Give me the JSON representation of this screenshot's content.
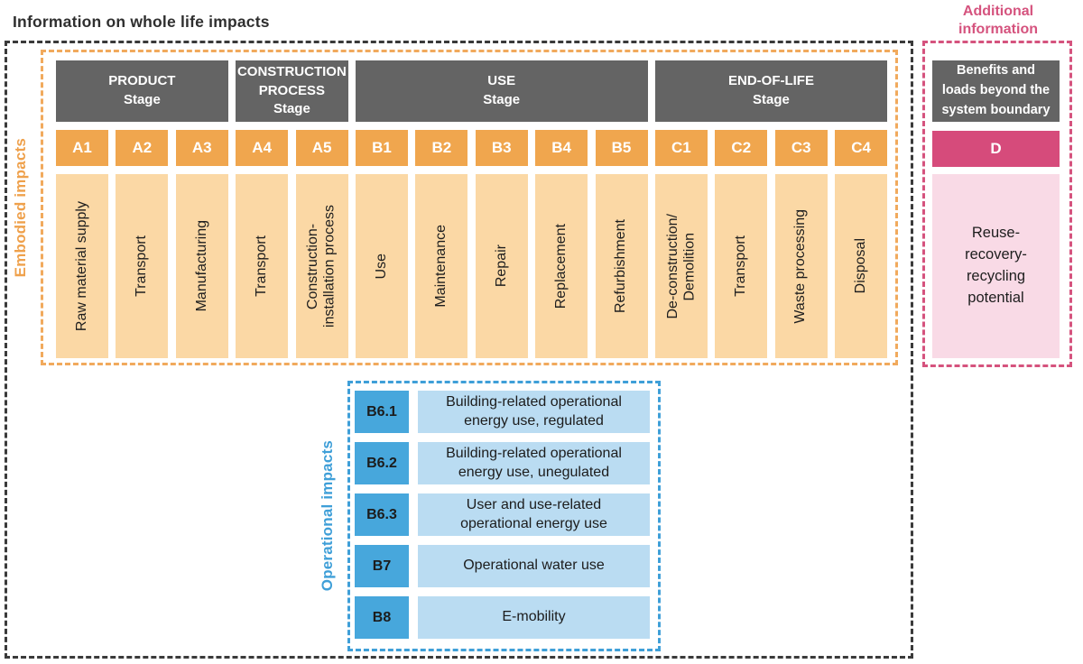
{
  "title": "Information on whole life impacts",
  "colors": {
    "embodied_accent": "#f0a64e",
    "embodied_light": "#fbd8a5",
    "stage_header_gray": "#646464",
    "operational_accent": "#47a7dc",
    "operational_light": "#badcf2",
    "operational_border": "#3f9fd8",
    "additional_accent": "#d64b7b",
    "additional_light": "#f9dae6",
    "additional_border": "#d5537e",
    "boundary_dash": "#3a3a3a"
  },
  "embodied": {
    "side_label": "Embodied impacts",
    "stages": [
      {
        "name": [
          "PRODUCT",
          "Stage"
        ]
      },
      {
        "name": [
          "CONSTRUCTION",
          "PROCESS",
          "Stage"
        ]
      },
      {
        "name": [
          "USE",
          "Stage"
        ]
      },
      {
        "name": [
          "END-OF-LIFE",
          "Stage"
        ]
      }
    ],
    "modules": [
      {
        "code": "A1",
        "label": "Raw material supply"
      },
      {
        "code": "A2",
        "label": "Transport"
      },
      {
        "code": "A3",
        "label": "Manufacturing"
      },
      {
        "code": "A4",
        "label": "Transport"
      },
      {
        "code": "A5",
        "label": [
          "Construction-",
          "installation process"
        ]
      },
      {
        "code": "B1",
        "label": "Use"
      },
      {
        "code": "B2",
        "label": "Maintenance"
      },
      {
        "code": "B3",
        "label": "Repair"
      },
      {
        "code": "B4",
        "label": "Replacement"
      },
      {
        "code": "B5",
        "label": "Refurbishment"
      },
      {
        "code": "C1",
        "label": [
          "De-construction/",
          "Demolition"
        ]
      },
      {
        "code": "C2",
        "label": "Transport"
      },
      {
        "code": "C3",
        "label": "Waste processing"
      },
      {
        "code": "C4",
        "label": "Disposal"
      }
    ]
  },
  "operational": {
    "side_label": "Operational impacts",
    "rows": [
      {
        "code": "B6.1",
        "label": [
          "Building-related operational",
          "energy use, regulated"
        ]
      },
      {
        "code": "B6.2",
        "label": [
          "Building-related operational",
          "energy use, unegulated"
        ]
      },
      {
        "code": "B6.3",
        "label": [
          "User and use-related",
          "operational energy use"
        ]
      },
      {
        "code": "B7",
        "label": "Operational water use"
      },
      {
        "code": "B8",
        "label": "E-mobility"
      }
    ]
  },
  "additional": {
    "title": [
      "Additional",
      "information"
    ],
    "header": [
      "Benefits and",
      "loads beyond the",
      "system boundary"
    ],
    "code": "D",
    "label": [
      "Reuse-",
      "recovery-",
      "recycling",
      "potential"
    ]
  }
}
